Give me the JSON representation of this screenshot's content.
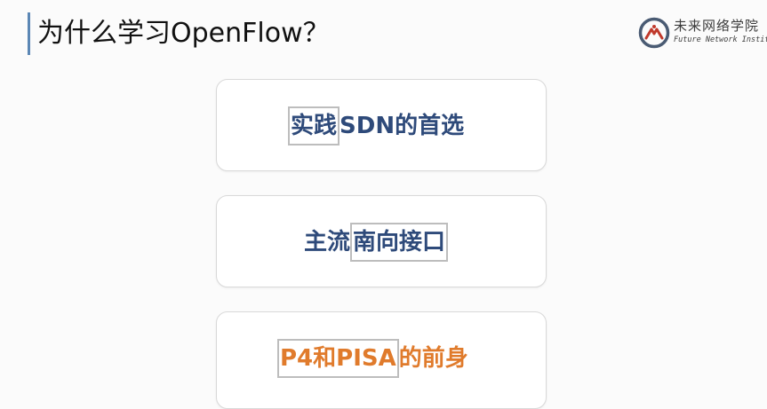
{
  "slide": {
    "title": "为什么学习OpenFlow？"
  },
  "logo": {
    "name_cn": "未来网络学院",
    "name_en": "Future Network Institute",
    "colors": {
      "ring": "#4a5b73",
      "mark": "#c0392b"
    }
  },
  "cards": [
    {
      "parts": [
        "实践",
        "SDN的首选"
      ],
      "highlighted": "实践",
      "color": "#2e4a7a"
    },
    {
      "parts": [
        "主流",
        "南向接口"
      ],
      "highlighted": "南向接口",
      "color": "#2e4a7a"
    },
    {
      "parts": [
        "P4和PISA",
        "的前身"
      ],
      "highlighted": "P4和PISA",
      "color": "#e07b2c"
    }
  ]
}
